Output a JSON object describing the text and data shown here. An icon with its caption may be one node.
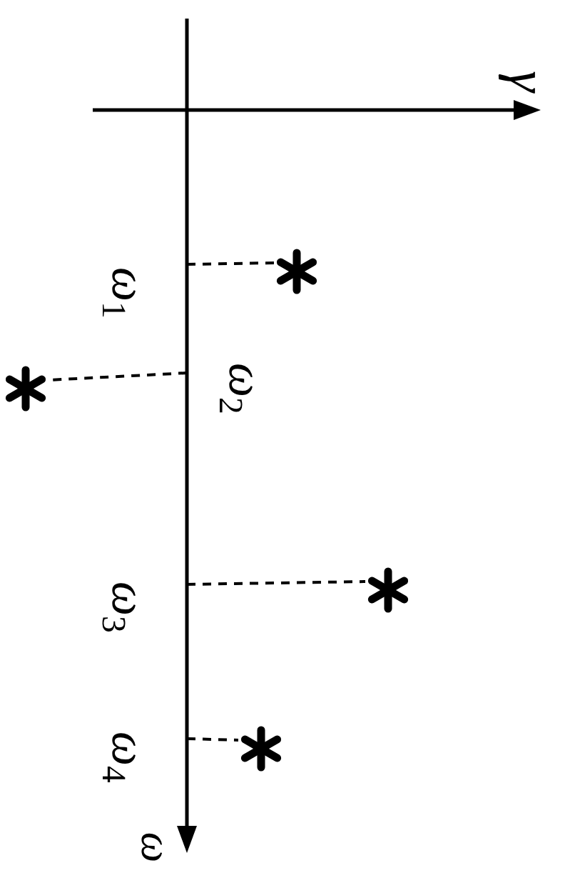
{
  "diagram": {
    "nodes": [
      {
        "text": [],
        "shape": "asterisk"
      },
      {
        "text": [],
        "shape": "asterisk"
      },
      {
        "text": [],
        "shape": "asterisk"
      },
      {
        "text": [],
        "shape": "asterisk"
      }
    ],
    "edges": [
      {
        "from": null,
        "to": 0,
        "arrow": "none",
        "style": "dashed"
      },
      {
        "from": null,
        "to": 1,
        "arrow": "none",
        "style": "dashed"
      },
      {
        "from": null,
        "to": 2,
        "arrow": "none",
        "style": "dashed"
      },
      {
        "from": null,
        "to": 3,
        "arrow": "none",
        "style": "dashed"
      }
    ],
    "labels": [
      "γ",
      "ω$_{1}$",
      "ω$_{2}$",
      "ω$_{3}$",
      "ω$_{4}$",
      "ω"
    ]
  }
}
